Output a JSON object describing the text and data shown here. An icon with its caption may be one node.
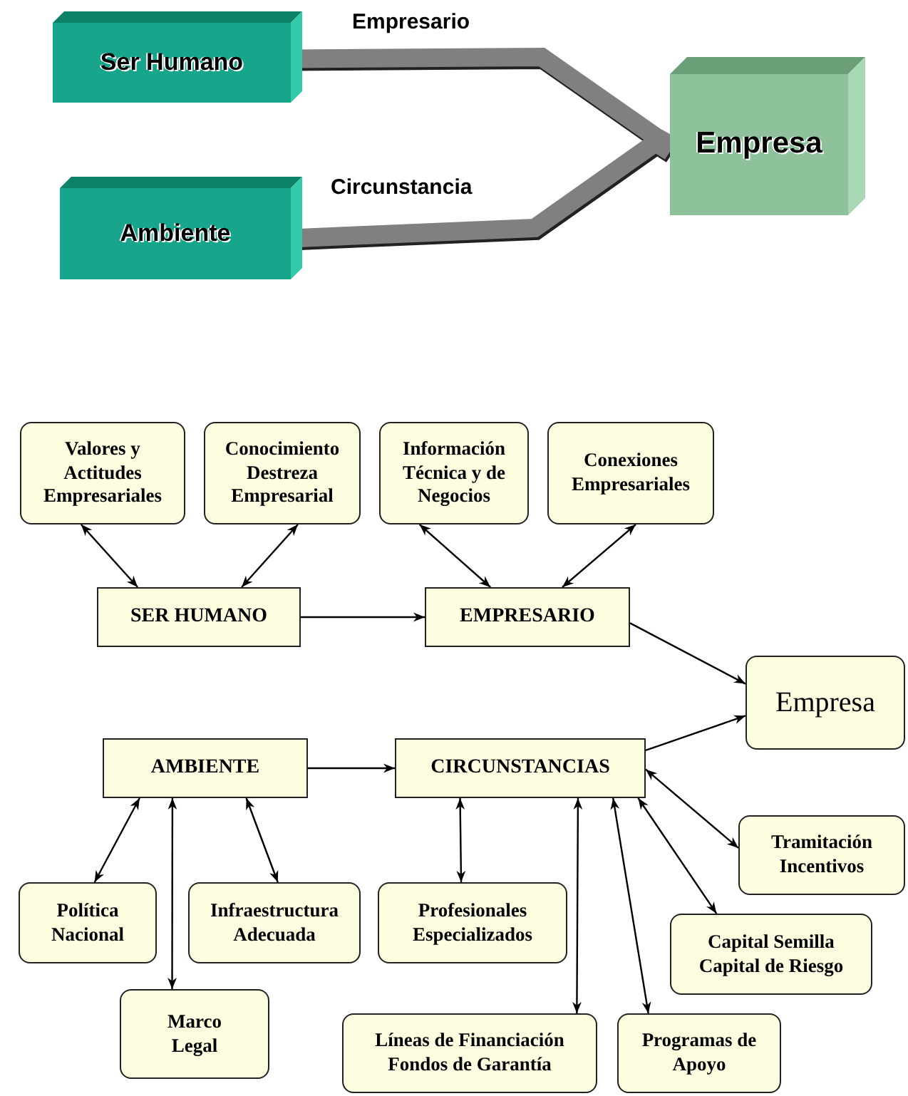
{
  "diagram": {
    "nodes": [
      {
        "text": [
          "Ser Humano"
        ]
      },
      {
        "text": [
          "Ambiente"
        ]
      },
      {
        "text": [
          "Empresa"
        ]
      },
      {
        "text": [
          "Valores y Actitudes Empresariales"
        ]
      },
      {
        "text": [
          "Conocimiento Destreza Empresarial"
        ]
      },
      {
        "text": [
          "Información Técnica y de Negocios"
        ]
      },
      {
        "text": [
          "Conexiones Empresariales"
        ]
      },
      {
        "text": [
          "SER HUMANO"
        ]
      },
      {
        "text": [
          "EMPRESARIO"
        ]
      },
      {
        "text": [
          "Empresa"
        ]
      },
      {
        "text": [
          "AMBIENTE"
        ]
      },
      {
        "text": [
          "CIRCUNSTANCIAS"
        ]
      },
      {
        "text": [
          "Tramitación Incentivos"
        ]
      },
      {
        "text": [
          "Política Nacional"
        ]
      },
      {
        "text": [
          "Infraestructura Adecuada"
        ]
      },
      {
        "text": [
          "Profesionales Especializados"
        ]
      },
      {
        "text": [
          "Capital Semilla Capital de Riesgo"
        ]
      },
      {
        "text": [
          "Marco Legal"
        ]
      },
      {
        "text": [
          "Líneas de Financiación Fondos de Garantía"
        ]
      },
      {
        "text": [
          "Programas de Apoyo"
        ]
      }
    ],
    "edges": [
      {
        "from": 0,
        "to": 2,
        "arrow": "none",
        "label": "Empresario",
        "style": "thick",
        "color": "#808080"
      },
      {
        "from": 1,
        "to": 2,
        "arrow": "none",
        "label": "Circunstancia",
        "style": "thick",
        "color": "#808080"
      },
      {
        "from": 3,
        "to": 7,
        "arrow": "both"
      },
      {
        "from": 4,
        "to": 7,
        "arrow": "both"
      },
      {
        "from": 5,
        "to": 8,
        "arrow": "both"
      },
      {
        "from": 6,
        "to": 8,
        "arrow": "both"
      },
      {
        "from": 7,
        "to": 8,
        "arrow": "to"
      },
      {
        "from": 8,
        "to": 9,
        "arrow": "to"
      },
      {
        "from": 10,
        "to": 11,
        "arrow": "to"
      },
      {
        "from": 11,
        "to": 9,
        "arrow": "to"
      },
      {
        "from": 10,
        "to": 13,
        "arrow": "both"
      },
      {
        "from": 10,
        "to": 17,
        "arrow": "both"
      },
      {
        "from": 10,
        "to": 14,
        "arrow": "both"
      },
      {
        "from": 11,
        "to": 15,
        "arrow": "both"
      },
      {
        "from": 11,
        "to": 18,
        "arrow": "both"
      },
      {
        "from": 11,
        "to": 19,
        "arrow": "both"
      },
      {
        "from": 11,
        "to": 16,
        "arrow": "both"
      },
      {
        "from": 11,
        "to": 12,
        "arrow": "both"
      }
    ]
  }
}
